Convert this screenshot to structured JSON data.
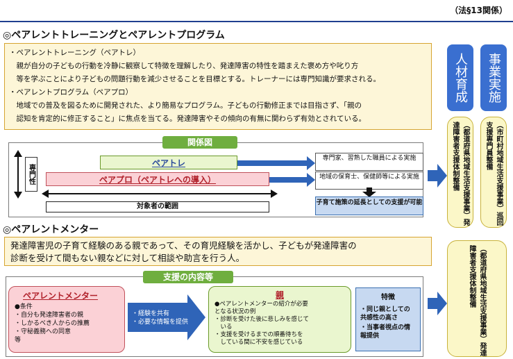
{
  "law_ref": "（法§13関係）",
  "section1": {
    "title": "◎ペアレントトレーニングとペアレントプログラム",
    "lines": [
      "・ペアレントトレーニング（ペアトレ）",
      "　親が自分の子どもの行動を冷静に観察して特徴を理解したり、発達障害の特性を踏まえた褒め方や叱り方",
      "　等を学ぶことにより子どもの問題行動を減少させることを目標とする。トレーナーには専門知識が要求される。",
      "・ペアレントプログラム（ペアプロ）",
      "　地域での普及を図るために開発された、より簡易なプログラム。子どもの行動修正までは目指さず、「親の",
      "　認知を肯定的に修正すること」に焦点を当てる。発達障害やその傾向の有無に関わらず有効とされている。"
    ]
  },
  "right_headers": {
    "jinzai": "人材育成",
    "jigyo": "事業実施"
  },
  "diagram": {
    "title": "関係図",
    "axis_label": "専門性",
    "pt_label": "ペアトレ",
    "pp_label": "ペアプロ（ペアトレへの導入）",
    "range_label": "対象者の範囲",
    "note1": "専門家、習熟した職員による実施",
    "note2": "地域の保育士、保健師等による実施",
    "note3": "子育て施策の延長としての支援が可能"
  },
  "right_cols": {
    "col1": "（都道府県地域生活支援事業）発達障害者支援体制整備",
    "col2": "（市町村地域生活支援事業）巡回支援専門員整備",
    "col3": "（都道府県地域生活支援事業）発達障害者支援体制整備"
  },
  "section2": {
    "title": "◎ペアレントメンター",
    "text_line1": "発達障害児の子育て経験のある親であって、その育児経験を活かし、子どもが発達障害の",
    "text_line2": "診断を受けて間もない親などに対して相談や助言を行う人。",
    "support_title": "支援の内容等",
    "mentor_title": "ペアレントメンター",
    "conditions_title": "●条件",
    "conditions": [
      "・自分も発達障害者の親",
      "・しかるべき人からの推薦",
      "・守秘義務への同意",
      "等"
    ],
    "arrow_items": [
      "・経験を共有",
      "・必要な情報を提供"
    ],
    "parent_title": "親",
    "parent_lines": [
      "●ペアレントメンターの紹介が必要",
      "となる状況の例",
      "・診断を受けた後に悲しみを感じて",
      "　いる",
      "・支援を受けるまでの順番待ちを",
      "　している間に不安を感じている"
    ],
    "feature_title": "特徴",
    "feature_items": [
      "・同じ親としての共感性の高さ",
      "・当事者視点の情報提供"
    ]
  }
}
